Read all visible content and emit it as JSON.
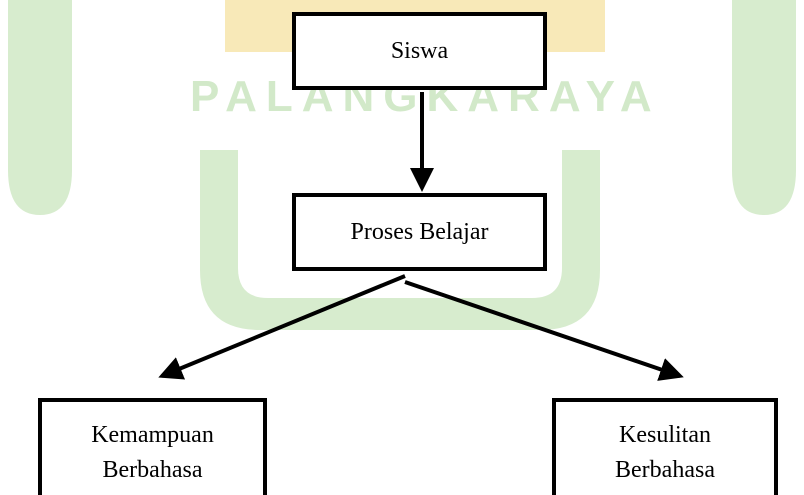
{
  "watermark": {
    "text": "PALANGKARAYA",
    "color": "#d2e9c9",
    "accent_color": "#f6e3a8"
  },
  "nodes": {
    "siswa": {
      "label": "Siswa"
    },
    "proses": {
      "label": "Proses Belajar"
    },
    "kemampuan": {
      "line1": "Kemampuan",
      "line2": "Berbahasa"
    },
    "kesulitan": {
      "line1": "Kesulitan",
      "line2": "Berbahasa"
    }
  },
  "edges": [
    {
      "from": "siswa",
      "to": "proses"
    },
    {
      "from": "proses",
      "to": "kemampuan"
    },
    {
      "from": "proses",
      "to": "kesulitan"
    }
  ]
}
